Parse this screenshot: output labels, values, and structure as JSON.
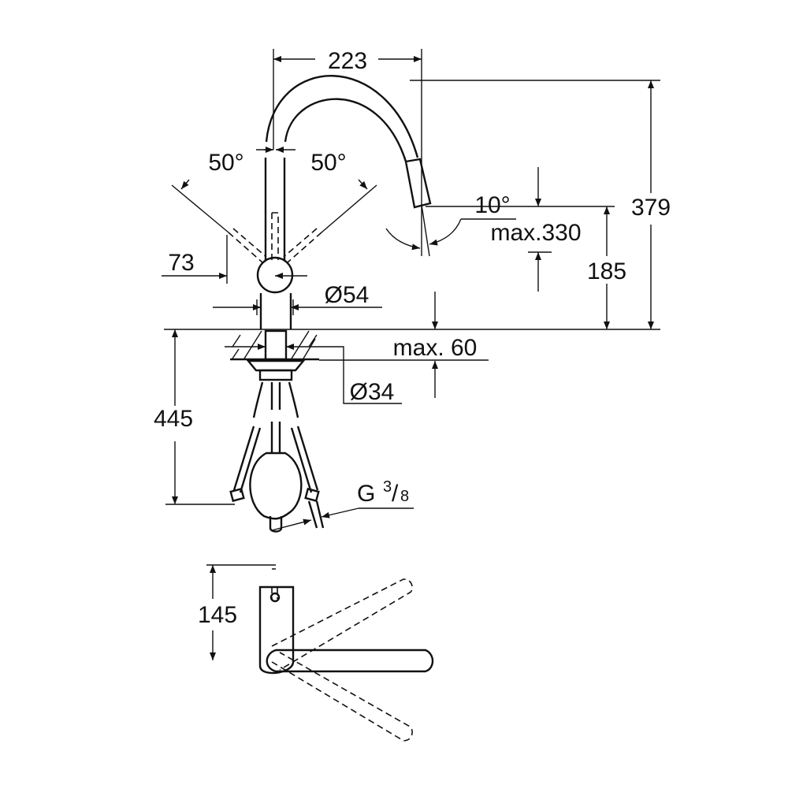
{
  "dimensions": {
    "spout_reach": "223",
    "total_height": "379",
    "spout_height": "185",
    "max_height": "max.330",
    "swivel_angle": "10°",
    "lever_angle_left": "50°",
    "lever_angle_right": "50°",
    "lever_offset": "73",
    "body_diameter": "Ø54",
    "max_deck_thickness": "max. 60",
    "hole_diameter": "Ø34",
    "hose_length": "445",
    "connection_thread_letter": "G",
    "connection_thread_num": "3",
    "connection_thread_den": "8",
    "top_view_depth": "145"
  },
  "colors": {
    "line": "#111111",
    "background": "#ffffff"
  }
}
